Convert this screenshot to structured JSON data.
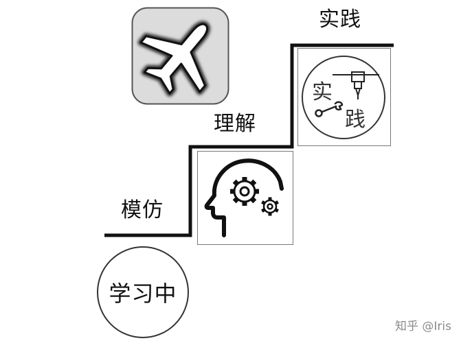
{
  "labels": {
    "step1": "模仿",
    "step2": "理解",
    "step3": "实践",
    "circle": "学习中"
  },
  "icons": {
    "plane": "airplane-icon",
    "head": "head-gears-icon",
    "practice": "tools-practice-icon"
  },
  "practice_icon_chars": [
    "实",
    "践"
  ],
  "watermark": "知乎 @Iris",
  "colors": {
    "line": "#111111",
    "box_border": "#777777",
    "watermark": "#8a8a8a"
  }
}
